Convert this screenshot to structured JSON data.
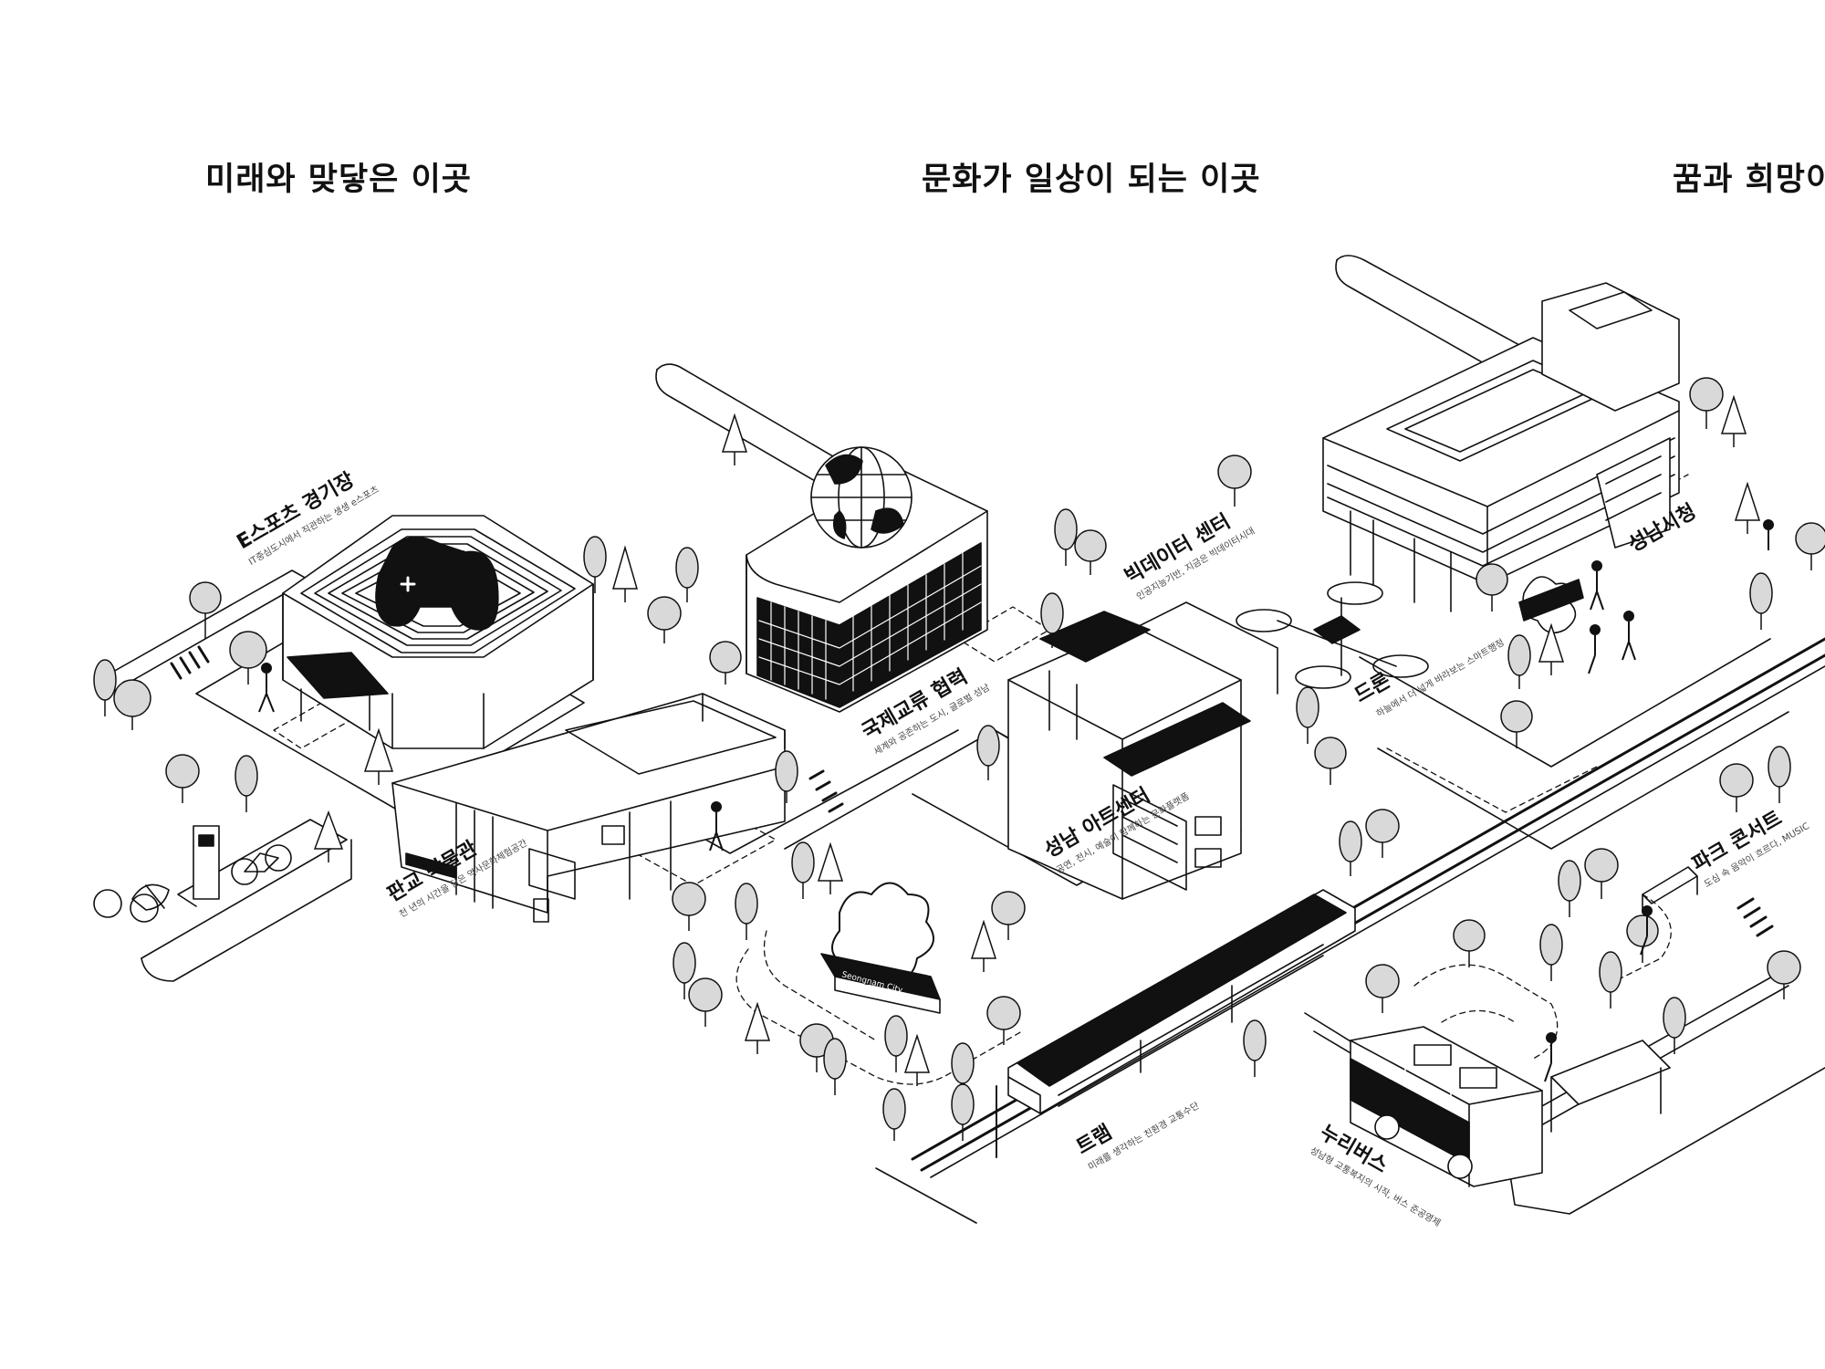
{
  "sections": [
    {
      "title": "미래와 맞닿은 이곳"
    },
    {
      "title": "문화가 일상이 되는 이곳"
    },
    {
      "title": "꿈과 희망이"
    }
  ],
  "places": {
    "esports": {
      "title": "E스포츠 경기장",
      "sub": "IT중심도시에서 직관하는 생생 e스포츠"
    },
    "pangyo_museum": {
      "title": "판교 박물관",
      "sub": "천 년의 시간을 담은 역사문화체험공간"
    },
    "global": {
      "title": "국제교류 협력",
      "sub": "세계와 공존하는 도시, 글로벌 성남"
    },
    "bigdata": {
      "title": "빅데이터 센터",
      "sub": "인공지능기반, 지금은 빅데이터시대"
    },
    "drone": {
      "title": "드론",
      "sub": "하늘에서 더 넓게 바라보는 스마트행정"
    },
    "cityhall": {
      "title": "성남시청"
    },
    "artcenter": {
      "title": "성남 아트센터",
      "sub": "공연, 전시, 예술이 함께하는 문화플랫폼"
    },
    "tram": {
      "title": "트램",
      "sub": "미래를 생각하는 친환경 교통수단"
    },
    "nuribus": {
      "title": "누리버스",
      "sub": "성남형 교통복지의 시작, 버스 준공영제"
    },
    "park_concert": {
      "title": "파크 콘서트",
      "sub": "도심 속 음악이 흐르다, MUSIC"
    }
  },
  "signs": {
    "statue_plate": "Seongnam City"
  },
  "colors": {
    "ink": "#111111",
    "tree_fill": "#d9d9d9",
    "background": "#ffffff"
  }
}
